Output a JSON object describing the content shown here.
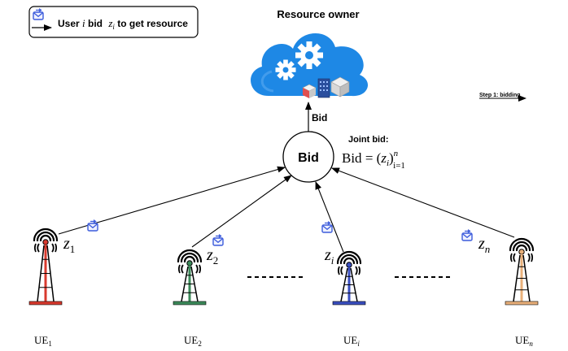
{
  "legend": {
    "text_prefix": "User ",
    "text_var": "i",
    "text_mid": " bid ",
    "text_z": "z",
    "text_zsub": "i",
    "text_suffix": " to get resource",
    "icon": "envelope-upload-icon"
  },
  "resource_owner": {
    "label": "Resource owner",
    "icon": "cloud-gears-icon"
  },
  "step": {
    "label": "Step 1: bidding"
  },
  "center_node": {
    "label": "Bid",
    "up_edge_label": "Bid"
  },
  "joint_bid": {
    "title": "Joint bid:",
    "formula_lhs": "Bid",
    "formula_eq": " = (",
    "formula_z": "z",
    "formula_zsub": "i",
    "formula_close": ")",
    "formula_sup": "n",
    "formula_sub": "i=1"
  },
  "towers": [
    {
      "id": "ue1",
      "bid_var": "z",
      "bid_sub": "1",
      "label": "UE",
      "label_sub": "1",
      "color": "#d83a2e"
    },
    {
      "id": "ue2",
      "bid_var": "z",
      "bid_sub": "2",
      "label": "UE",
      "label_sub": "2",
      "color": "#3c8a5a"
    },
    {
      "id": "uei",
      "bid_var": "z",
      "bid_sub": "i",
      "label": "UE",
      "label_sub": "i",
      "color": "#3a4fc0"
    },
    {
      "id": "uen",
      "bid_var": "z",
      "bid_sub": "n",
      "label": "UE",
      "label_sub": "n",
      "color": "#e9b07a"
    }
  ],
  "colors": {
    "cloud": "#1e88e5",
    "cloud_light": "#5aaaf0",
    "envelope": "#3b5bdb",
    "line": "#000000"
  }
}
